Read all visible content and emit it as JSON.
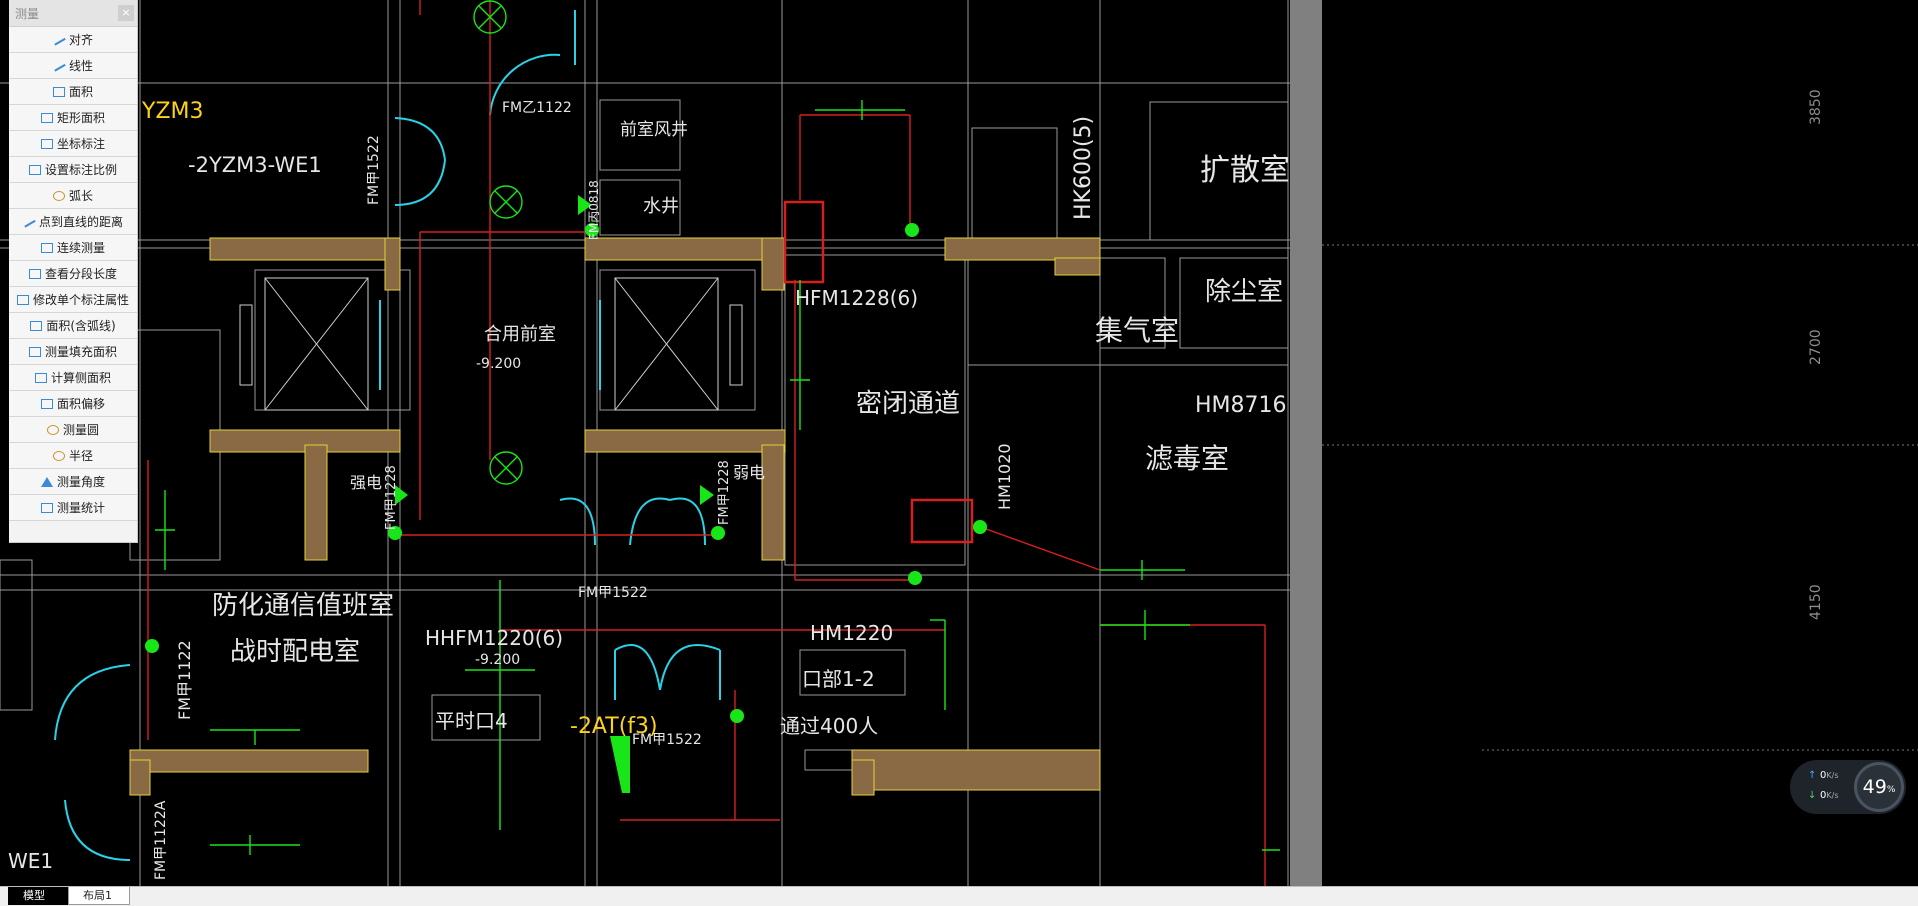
{
  "panel": {
    "title": "测量",
    "close_glyph": "×",
    "tools": [
      {
        "label": "对齐",
        "icon": "align-icon"
      },
      {
        "label": "线性",
        "icon": "linear-icon"
      },
      {
        "label": "面积",
        "icon": "area-icon"
      },
      {
        "label": "矩形面积",
        "icon": "rect-area-icon"
      },
      {
        "label": "坐标标注",
        "icon": "coordinate-icon"
      },
      {
        "label": "设置标注比例",
        "icon": "scale-icon"
      },
      {
        "label": "弧长",
        "icon": "arc-icon"
      },
      {
        "label": "点到直线的距离",
        "icon": "point-line-icon"
      },
      {
        "label": "连续测量",
        "icon": "continuous-icon"
      },
      {
        "label": "查看分段长度",
        "icon": "segment-icon"
      },
      {
        "label": "修改单个标注属性",
        "icon": "edit-icon"
      },
      {
        "label": "面积(含弧线)",
        "icon": "arc-area-icon"
      },
      {
        "label": "测量填充面积",
        "icon": "fill-area-icon"
      },
      {
        "label": "计算侧面积",
        "icon": "side-area-icon"
      },
      {
        "label": "面积偏移",
        "icon": "offset-icon"
      },
      {
        "label": "测量圆",
        "icon": "circle-icon"
      },
      {
        "label": "半径",
        "icon": "radius-icon"
      },
      {
        "label": "测量角度",
        "icon": "angle-icon"
      },
      {
        "label": "测量统计",
        "icon": "stats-icon"
      }
    ]
  },
  "drawing": {
    "labels_yellow": [
      "YZM3",
      "-2AT(f3)"
    ],
    "labels_white": {
      "we1_top": "-2YZM3-WE1",
      "fm_z1122": "FM乙1122",
      "fm_jia1522_a": "FM甲1522",
      "qianshi_fengjing": "前室风井",
      "shuijing": "水井",
      "fm_bing0818": "FM丙0818",
      "hfm1228": "HFM1228(6)",
      "hk600": "HK600(5)",
      "kuosan": "扩散室",
      "jiqi": "集气室",
      "chuchen": "除尘室",
      "heyong": "合用前室",
      "elev": "-9.200",
      "mibi": "密闭通道",
      "hm8716": "HM8716",
      "ludu": "滤毒室",
      "hm1020": "HM1020",
      "qiangdian": "强电",
      "fm1228a": "FM甲1228",
      "ruodian": "弱电",
      "fm1228b": "FM甲1228",
      "fm1522b": "FM甲1522",
      "fanghua1": "防化通信值班室",
      "fanghua2": "战时配电室",
      "hhfm": "HHFM1220(6)",
      "elev2": "-9.200",
      "hm1220": "HM1220",
      "kou": "口部1-2",
      "fm1122": "FM甲1122",
      "pingshi": "平时口4",
      "fm1522c": "FM甲1522",
      "tongguo": "通过400人",
      "fm1122a": "FM甲1122A",
      "we1_bottom": "WE1",
      "dim_3850": "3850",
      "dim_2700": "2700",
      "dim_4150": "4150"
    }
  },
  "net_widget": {
    "up_value": "0",
    "up_unit": "K/s",
    "down_value": "0",
    "down_unit": "K/s",
    "percent": "49",
    "percent_sign": "%"
  },
  "tabs": [
    {
      "label": "模型",
      "active": true
    },
    {
      "label": "布局1",
      "active": false
    }
  ],
  "colors": {
    "wall": "#8a6a44",
    "wall_edge": "#e3d238",
    "line": "#cfcfcf",
    "red": "#d62020",
    "green": "#19e619",
    "cyan": "#29d2e6",
    "yellow": "#ffd21a"
  }
}
